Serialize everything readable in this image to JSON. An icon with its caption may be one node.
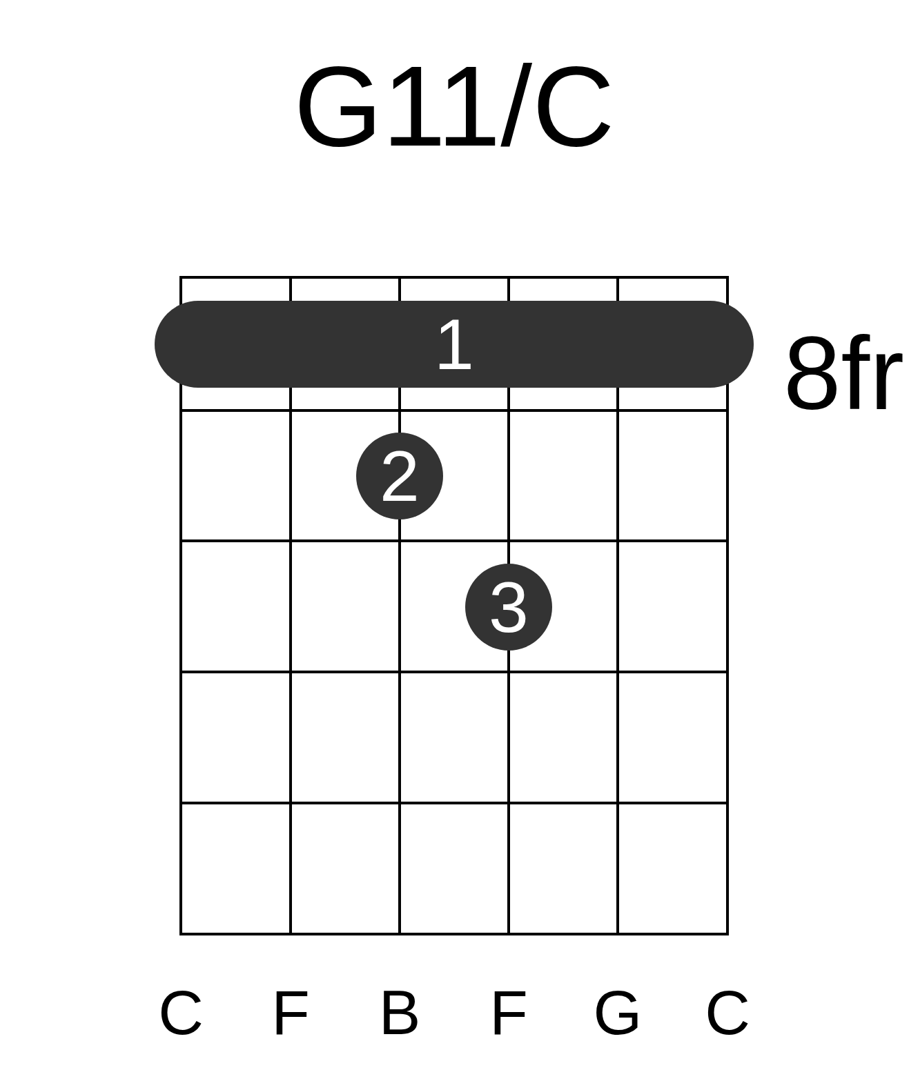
{
  "diagram": {
    "title": "G11/C",
    "nodes": [
      {
        "text": [
          "1"
        ]
      },
      {
        "text": [
          "2"
        ]
      },
      {
        "text": [
          "3"
        ]
      }
    ],
    "labels": [
      "8fr",
      "C",
      "F",
      "B",
      "F",
      "G",
      "C"
    ]
  }
}
